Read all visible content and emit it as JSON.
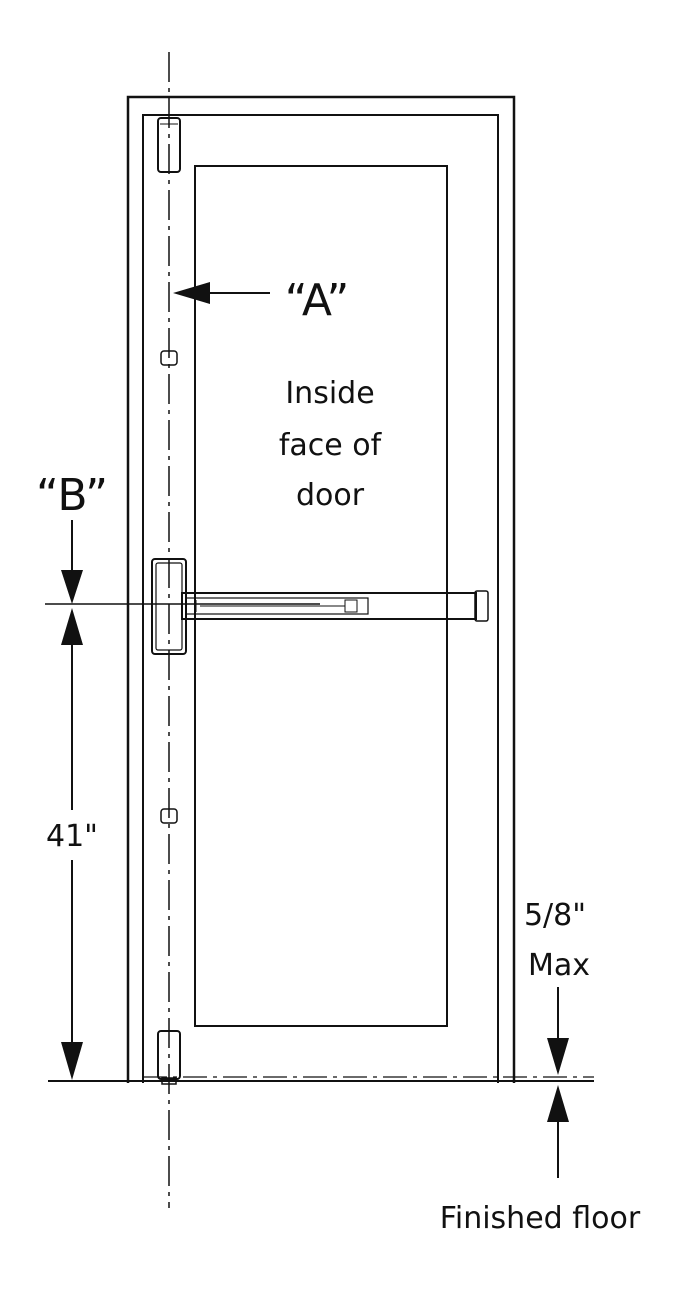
{
  "labels": {
    "point_a": "“A”",
    "point_b": "“B”",
    "inside_line1": "Inside",
    "inside_line2": "face of",
    "inside_line3": "door",
    "dim_height": "41\"",
    "threshold_line1": "5/8\"",
    "threshold_line2": "Max",
    "floor": "Finished floor"
  },
  "colors": {
    "ink": "#111111",
    "background": "#ffffff"
  }
}
